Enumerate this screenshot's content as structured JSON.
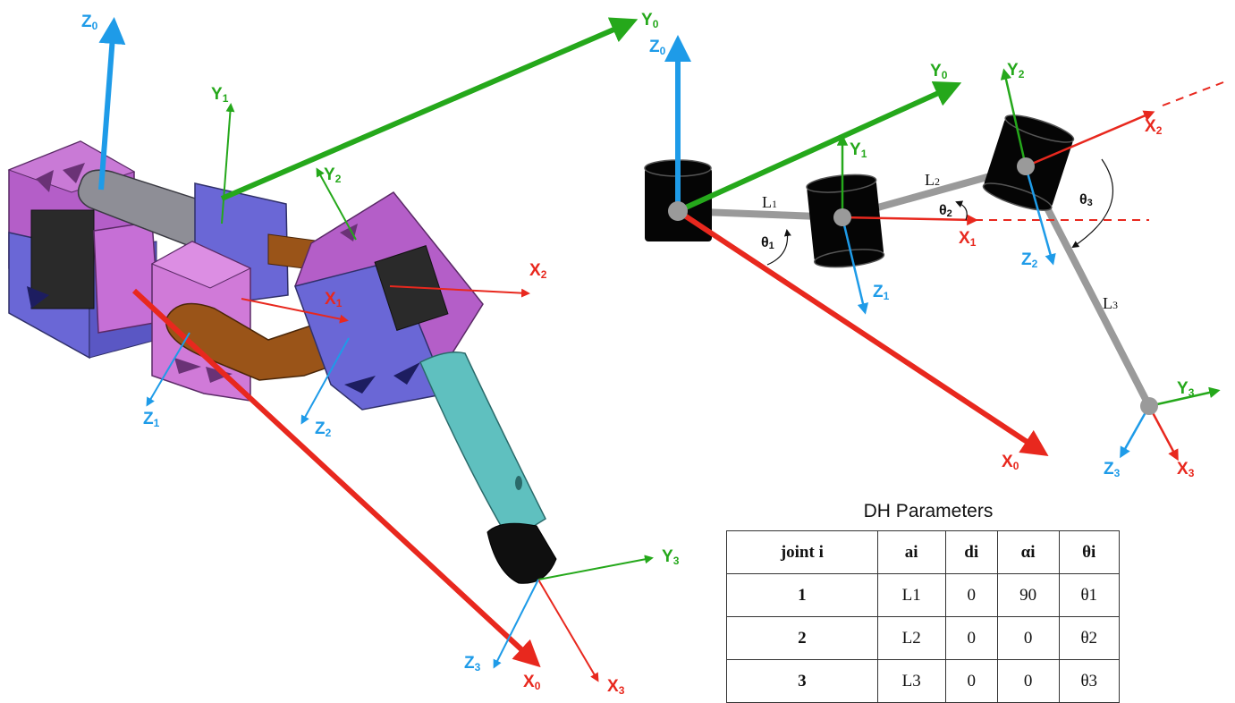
{
  "left_view": {
    "axes": {
      "z0": {
        "main": "Z",
        "sub": "0"
      },
      "y0": {
        "main": "Y",
        "sub": "0"
      },
      "x0": {
        "main": "X",
        "sub": "0"
      },
      "y1": {
        "main": "Y",
        "sub": "1"
      },
      "x1": {
        "main": "X",
        "sub": "1"
      },
      "z1": {
        "main": "Z",
        "sub": "1"
      },
      "y2": {
        "main": "Y",
        "sub": "2"
      },
      "x2": {
        "main": "X",
        "sub": "2"
      },
      "z2": {
        "main": "Z",
        "sub": "2"
      },
      "y3": {
        "main": "Y",
        "sub": "3"
      },
      "x3": {
        "main": "X",
        "sub": "3"
      },
      "z3": {
        "main": "Z",
        "sub": "3"
      }
    }
  },
  "right_view": {
    "axes": {
      "z0": {
        "main": "Z",
        "sub": "0"
      },
      "y0": {
        "main": "Y",
        "sub": "0"
      },
      "x0": {
        "main": "X",
        "sub": "0"
      },
      "y1": {
        "main": "Y",
        "sub": "1"
      },
      "x1": {
        "main": "X",
        "sub": "1"
      },
      "z1": {
        "main": "Z",
        "sub": "1"
      },
      "y2": {
        "main": "Y",
        "sub": "2"
      },
      "x2": {
        "main": "X",
        "sub": "2"
      },
      "z2": {
        "main": "Z",
        "sub": "2"
      },
      "y3": {
        "main": "Y",
        "sub": "3"
      },
      "x3": {
        "main": "X",
        "sub": "3"
      },
      "z3": {
        "main": "Z",
        "sub": "3"
      }
    },
    "links": {
      "l1": {
        "main": "L",
        "sub": "1"
      },
      "l2": {
        "main": "L",
        "sub": "2"
      },
      "l3": {
        "main": "L",
        "sub": "3"
      }
    },
    "angles": {
      "theta1": {
        "main": "θ",
        "sub": "1"
      },
      "theta2": {
        "main": "θ",
        "sub": "2"
      },
      "theta3": {
        "main": "θ",
        "sub": "3"
      }
    }
  },
  "dh_table": {
    "title": "DH Parameters",
    "headers": [
      "joint i",
      "ai",
      "di",
      "αi",
      "θi"
    ],
    "rows": [
      [
        "1",
        "L1",
        "0",
        "90",
        "θ1"
      ],
      [
        "2",
        "L2",
        "0",
        "0",
        "θ2"
      ],
      [
        "3",
        "L3",
        "0",
        "0",
        "θ3"
      ]
    ]
  },
  "colors": {
    "x_axis": "#e8281e",
    "y_axis": "#25a81b",
    "z_axis": "#1e9be8",
    "link": "#9a9a9a"
  }
}
